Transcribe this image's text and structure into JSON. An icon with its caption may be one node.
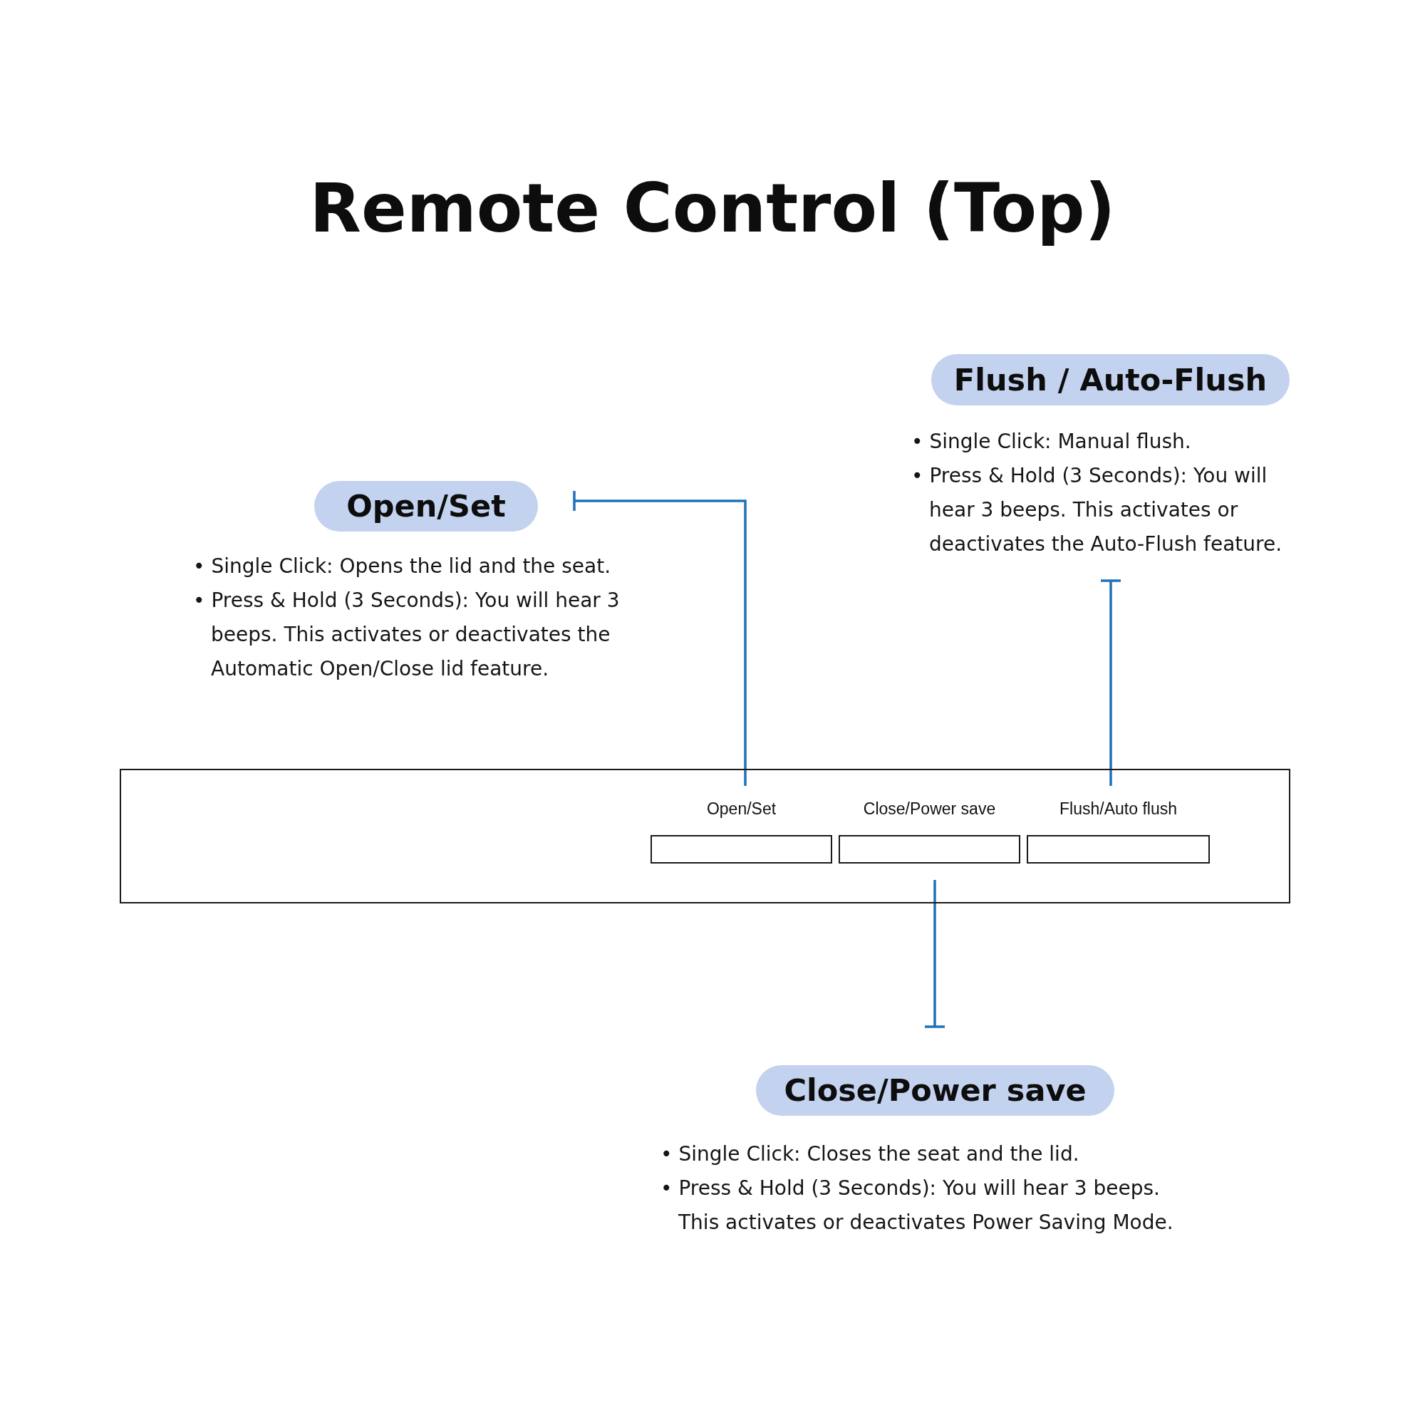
{
  "diagram": {
    "title": "Remote Control (Top)",
    "nodes": [
      {
        "text": [
          "Flush / Auto-Flush"
        ],
        "beside": [
          "• Single Click: Manual flush.",
          "• Press & Hold (3 Seconds): You will hear 3 beeps. This activates or deactivates the Auto-Flush feature."
        ]
      },
      {
        "text": [
          "Open/Set"
        ],
        "beside": [
          "• Single Click: Opens the lid and the seat.",
          "• Press & Hold (3 Seconds): You will hear 3 beeps. This activates or deactivates the Automatic Open/Close lid feature."
        ]
      },
      {
        "text": [],
        "shape": "box"
      },
      {
        "text": [
          "Open/Set"
        ],
        "in": 2
      },
      {
        "text": [
          "Close/Power save"
        ],
        "in": 2
      },
      {
        "text": [
          "Flush/Auto flush"
        ],
        "in": 2
      },
      {
        "text": [
          "Close/Power save"
        ],
        "beside": [
          "• Single Click: Closes the seat and the lid.",
          "• Press & Hold (3 Seconds): You will hear 3 beeps. This activates or deactivates Power Saving Mode."
        ]
      }
    ],
    "edges": [
      {
        "from": 0,
        "to": 5,
        "arrow": "other"
      },
      {
        "from": 1,
        "to": 3,
        "arrow": "other"
      },
      {
        "from": 6,
        "to": 4,
        "arrow": "other"
      }
    ]
  }
}
